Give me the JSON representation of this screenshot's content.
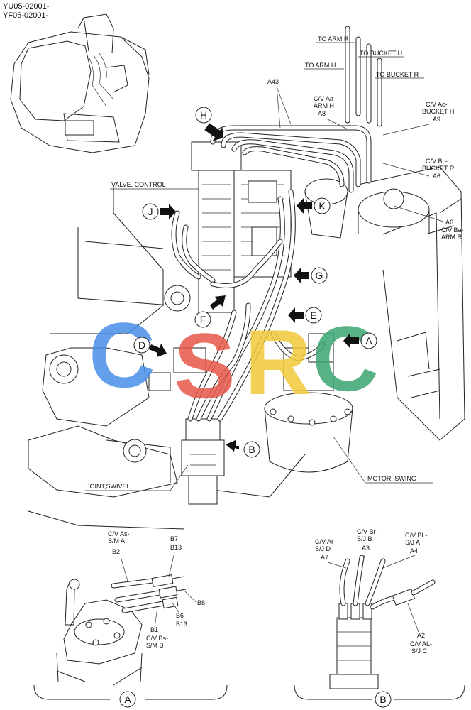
{
  "header": {
    "serial_line1": "YU05-02001-",
    "serial_line2": "YF05-02001-"
  },
  "callouts_main": {
    "to_arm_r": "TO ARM R",
    "to_bucket_h": "TO BUCKET H",
    "to_arm_h": "TO ARM H",
    "to_bucket_r": "TO BUCKET R",
    "a43": "A43",
    "cv_aa_arm_h_1": "C/V Aa-",
    "cv_aa_arm_h_2": "ARM H",
    "a8": "A8",
    "cv_ac_bucket_h_1": "C/V Ac-",
    "cv_ac_bucket_h_2": "BUCKET H",
    "a9": "A9",
    "cv_bc_bucket_r_1": "C/V Bc-",
    "cv_bc_bucket_r_2": "BUCKET R",
    "a6_top": "A6",
    "a6_right": "A6",
    "cv_ba_arm_r_1": "C/V Ba-",
    "cv_ba_arm_r_2": "ARM R",
    "valve_control": "VALVE, CONTROL",
    "joint_swivel": "JOINT,SWIVEL",
    "motor_swing": "MOTOR, SWING"
  },
  "view_letters": {
    "h": "H",
    "j": "J",
    "k": "K",
    "g": "G",
    "f": "F",
    "e": "E",
    "d": "D",
    "a": "A",
    "b": "B"
  },
  "detail_a": {
    "cv_as_1": "C/V As-",
    "cv_as_2": "S/M A",
    "b2": "B2",
    "b7": "B7",
    "b13_top": "B13",
    "b8": "B8",
    "b6": "B6",
    "b13_bottom": "B13",
    "b1": "B1",
    "cv_bs_1": "C/V Bs-",
    "cv_bs_2": "S/M B",
    "label": "A"
  },
  "detail_b": {
    "cv_br_1": "C/V Br-",
    "cv_br_2": "S/J B",
    "a3": "A3",
    "cv_bl_1": "C/V BL-",
    "cv_bl_2": "S/J A",
    "a4": "A4",
    "cv_ar_1": "C/V Ar-",
    "cv_ar_2": "S/J D",
    "a7": "A7",
    "a2": "A2",
    "cv_al_1": "C/V AL-",
    "cv_al_2": "S/J C",
    "label": "B"
  },
  "watermark": {
    "letters": [
      "C",
      "S",
      "R",
      "C"
    ],
    "colors": [
      "#4a8fe8",
      "#e8584a",
      "#f2c93a",
      "#3aa672"
    ]
  }
}
